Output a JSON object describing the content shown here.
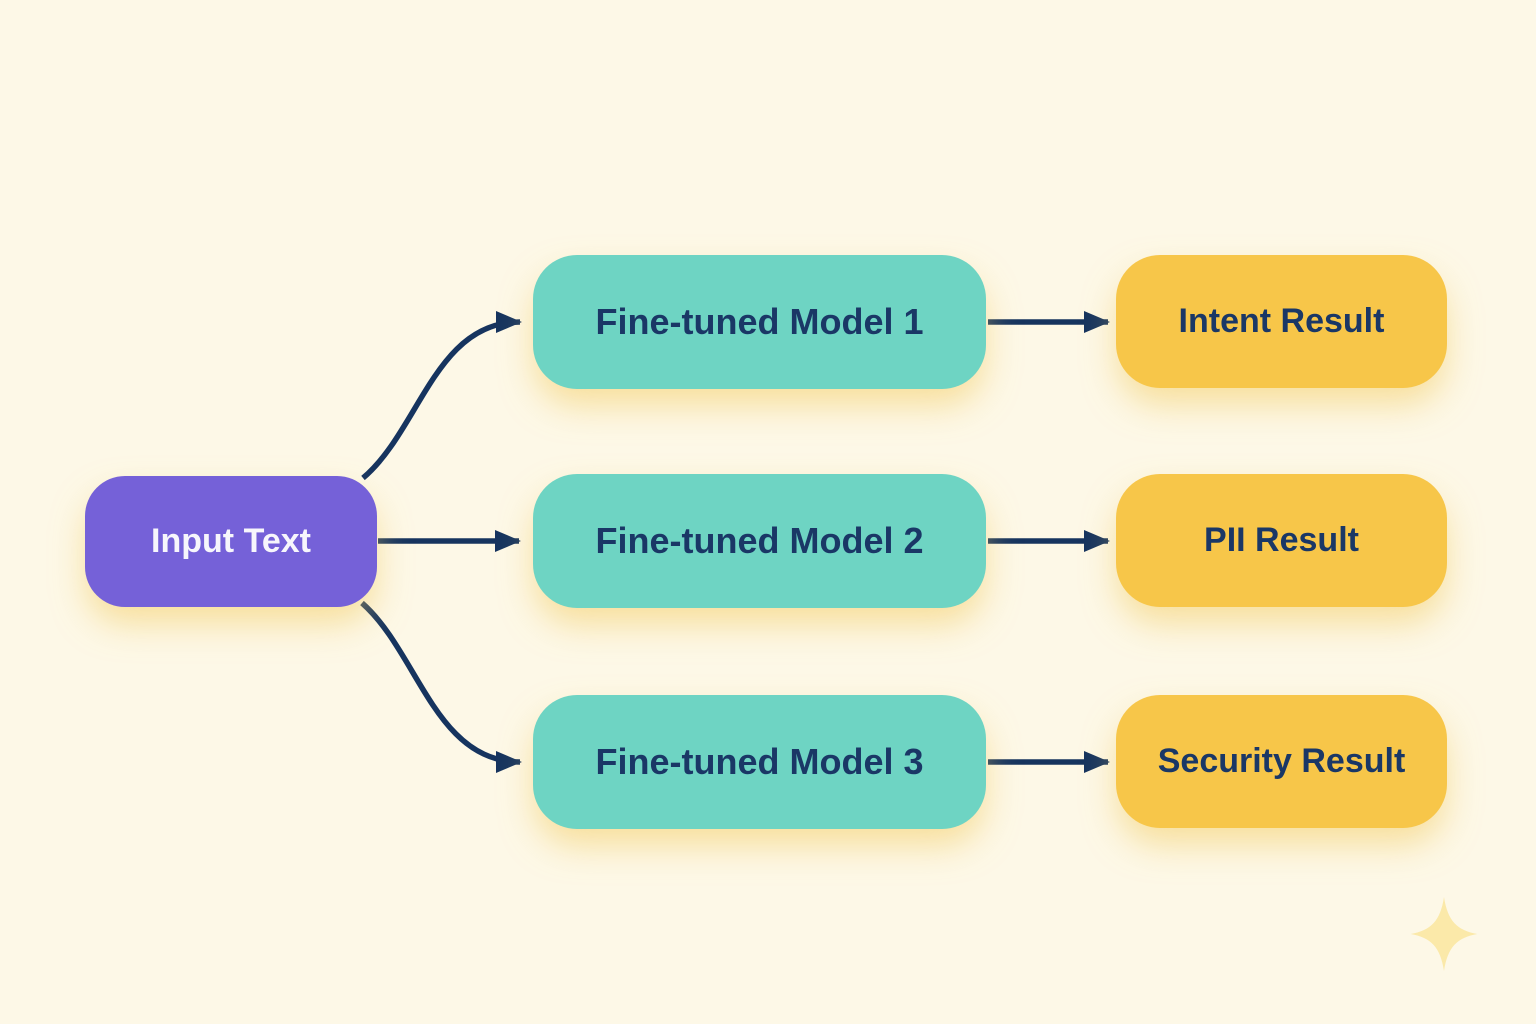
{
  "colors": {
    "background": "#FDF8E7",
    "input_node_fill": "#7561D8",
    "model_node_fill": "#6ED4C3",
    "result_node_fill": "#F7C649",
    "arrow_stroke": "#16345F",
    "node_text_dark": "#1A3766",
    "node_text_light": "#F7F6FC",
    "sparkle_fill": "#FBE9A9"
  },
  "diagram": {
    "input_node": {
      "label": "Input Text"
    },
    "model_nodes": [
      {
        "label": "Fine-tuned Model 1"
      },
      {
        "label": "Fine-tuned Model 2"
      },
      {
        "label": "Fine-tuned Model 3"
      }
    ],
    "result_nodes": [
      {
        "label": "Intent Result"
      },
      {
        "label": "PII Result"
      },
      {
        "label": "Security Result"
      }
    ],
    "connections": [
      {
        "from": "Input Text",
        "to": "Fine-tuned Model 1"
      },
      {
        "from": "Input Text",
        "to": "Fine-tuned Model 2"
      },
      {
        "from": "Input Text",
        "to": "Fine-tuned Model 3"
      },
      {
        "from": "Fine-tuned Model 1",
        "to": "Intent Result"
      },
      {
        "from": "Fine-tuned Model 2",
        "to": "PII Result"
      },
      {
        "from": "Fine-tuned Model 3",
        "to": "Security Result"
      }
    ],
    "decoration": {
      "icon": "sparkle-icon"
    }
  }
}
